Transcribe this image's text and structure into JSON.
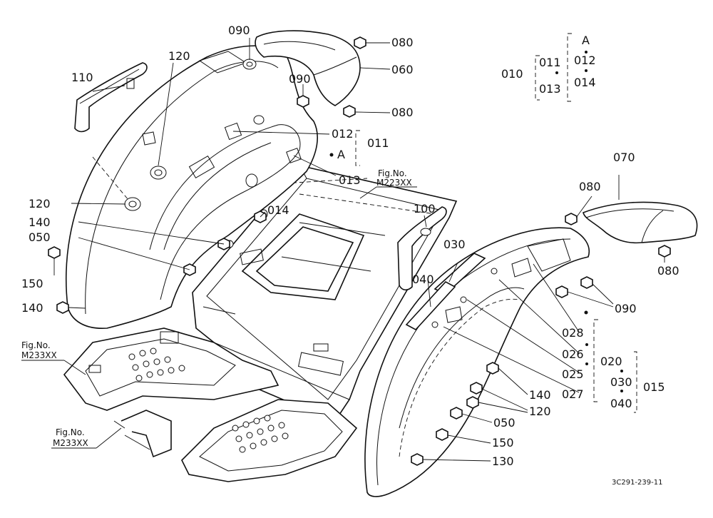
{
  "callouts": {
    "p090_a": "090",
    "p080_a": "080",
    "p060": "060",
    "p120_a": "120",
    "p110": "110",
    "p090_b": "090",
    "p080_b": "080",
    "p012_a": "012",
    "p011_a": "011",
    "ref_a": "A",
    "p013_a": "013",
    "p120_b": "120",
    "p014_a": "014",
    "p140_a": "140",
    "p050_a": "050",
    "p150_a": "150",
    "p140_b": "140",
    "p100": "100",
    "p030_a": "030",
    "p040_a": "040",
    "p070": "070",
    "p080_c": "080",
    "p080_d": "080",
    "p090_c": "090",
    "p028": "028",
    "p026": "026",
    "p025": "025",
    "p027": "027",
    "p140_c": "140",
    "p120_c": "120",
    "p050_b": "050",
    "p150_b": "150",
    "p130": "130"
  },
  "set_tree": {
    "p010": "010",
    "p011": "011",
    "p013": "013",
    "ref_a": "A",
    "p012": "012",
    "p014": "014"
  },
  "set_right": {
    "p020": "020",
    "p030": "030",
    "p040": "040",
    "p015": "015"
  },
  "fig_refs": {
    "top_label": "Fig.No.",
    "top_code": "M223XX",
    "left_label": "Fig.No.",
    "left_code": "M233XX",
    "bottom_label": "Fig.No.",
    "bottom_code": "M233XX"
  },
  "drawing_code": "3C291-239-11"
}
